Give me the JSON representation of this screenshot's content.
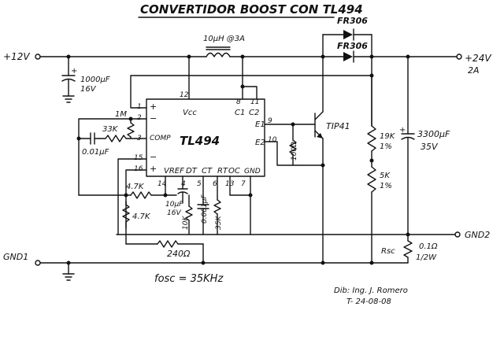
{
  "title": "CONVERTIDOR BOOST CON TL494",
  "ic": {
    "name": "TL494",
    "pins": {
      "p1": "1",
      "p2": "2",
      "p3": "3",
      "p4": "4",
      "p5": "5",
      "p6": "6",
      "p7": "7",
      "p8": "8",
      "p9": "9",
      "p10": "10",
      "p11": "11",
      "p12": "12",
      "p13": "13",
      "p14": "14",
      "p15": "15",
      "p16": "16"
    },
    "labels": {
      "vcc": "Vcc",
      "c1": "C1",
      "c2": "C2",
      "e1": "E1",
      "e2": "E2",
      "comp": "COMP",
      "vref": "VREF",
      "dt": "DT",
      "ct": "CT",
      "rt": "RT",
      "oc": "OC",
      "gnd": "GND",
      "minus2": "−",
      "plus1": "+",
      "minus15": "−",
      "plus16": "+"
    }
  },
  "terminals": {
    "vin": "+12V",
    "vout": "+24V",
    "iout": "2A",
    "gnd1": "GND1",
    "gnd2": "GND2"
  },
  "components": {
    "inductor": "10µH @3A",
    "d1": "FR306",
    "d2": "FR306",
    "c_in": "1000µF",
    "c_in_v": "16V",
    "c_out": "3300µF",
    "c_out_v": "35V",
    "r_1m": "1M",
    "r_33k": "33K",
    "c_comp": "0.01µF",
    "r_4k7_a": "4.7K",
    "r_4k7_b": "4.7K",
    "r_240": "240Ω",
    "c_10uf": "10µF",
    "c_10uf_v": "16V",
    "r_10k": "10K",
    "c_ct": "0.001µF",
    "r_35k": "35K",
    "r_100": "100Ω",
    "q1": "TIP41",
    "r_19k": "19K",
    "r_19k_tol": "1%",
    "r_5k": "5K",
    "r_5k_tol": "1%",
    "rsc": "Rsc",
    "rsc_val": "0.1Ω",
    "rsc_w": "1/2W"
  },
  "fosc": "fosc = 35KHz",
  "credits": {
    "author": "Dib: Ing. J. Romero",
    "date": "T- 24-08-08"
  }
}
